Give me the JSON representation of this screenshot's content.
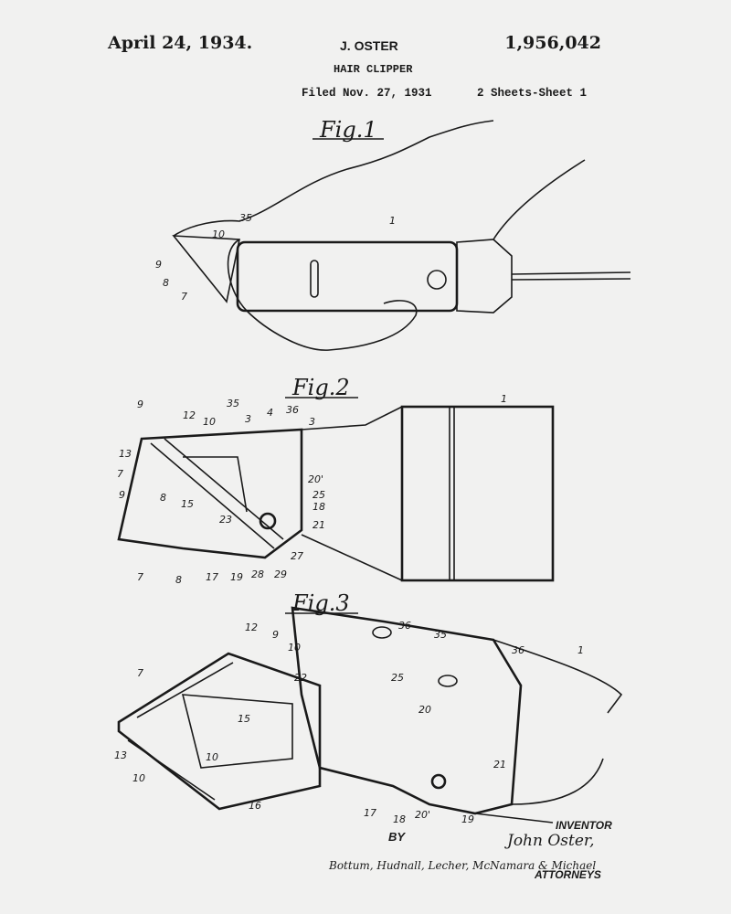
{
  "header": {
    "date": "April 24, 1934.",
    "inventor": "J. OSTER",
    "patent_number": "1,956,042",
    "title": "HAIR CLIPPER",
    "filed": "Filed Nov. 27, 1931",
    "sheets": "2 Sheets-Sheet  1"
  },
  "figures": [
    {
      "label": "Fig.1",
      "numerals": [
        "1",
        "35",
        "10",
        "9",
        "8",
        "7"
      ]
    },
    {
      "label": "Fig.2",
      "numerals": [
        "9",
        "12",
        "10",
        "35",
        "3",
        "4",
        "36",
        "3",
        "1",
        "13",
        "7",
        "9",
        "8",
        "15",
        "20'",
        "25",
        "18",
        "21",
        "23",
        "17",
        "19",
        "28",
        "29",
        "27",
        "7",
        "8"
      ]
    },
    {
      "label": "Fig.3",
      "numerals": [
        "12",
        "9",
        "10",
        "36",
        "35",
        "36",
        "1",
        "7",
        "15",
        "22",
        "25",
        "20",
        "13",
        "10",
        "10",
        "16",
        "17",
        "18",
        "20'",
        "19",
        "21"
      ]
    }
  ],
  "footer": {
    "inventor_label": "INVENTOR",
    "inventor_signature": "John Oster,",
    "by": "BY",
    "attorneys_signature": "Bottum, Hudnall, Lecher, McNamara & Michael",
    "attorneys_label": "ATTORNEYS"
  }
}
